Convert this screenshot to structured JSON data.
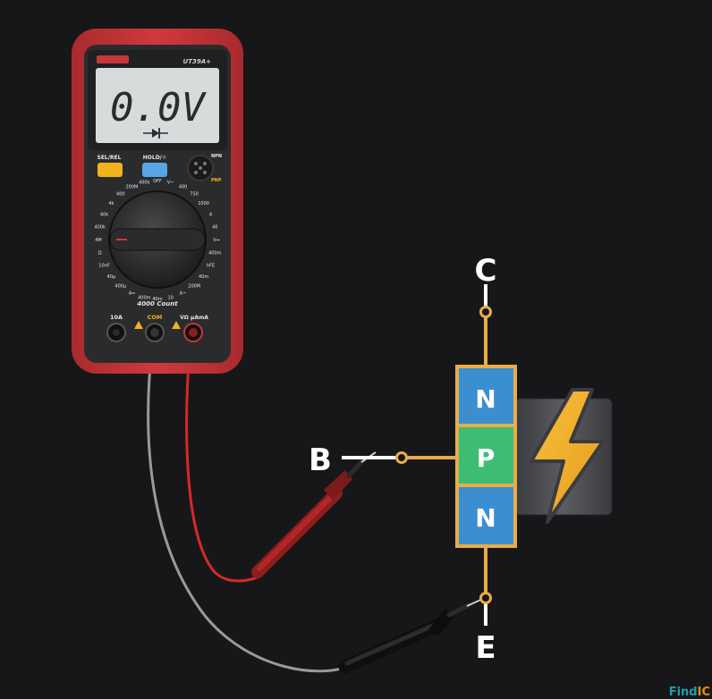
{
  "multimeter": {
    "model": "UT39A+",
    "display_value": "0.0V",
    "sel_rel_label": "SEL/REL",
    "hold_label": "HOLD/☼",
    "npn_label": "NPN",
    "pnp_label": "PNP",
    "count_label": "4000 Count",
    "port_10a": "10A",
    "port_com": "COM",
    "port_vohm": "VΩ µAmA",
    "dial_labels": [
      "OFF",
      "V~",
      "400",
      "750",
      "1000",
      "4",
      "40",
      "V⎓",
      "400m",
      "hFE",
      "40m",
      "200M",
      "A~",
      "10",
      "40m",
      "400m",
      "A⎓",
      "400µ",
      "40µ",
      "10nF",
      "Ω",
      "4M",
      "400k",
      "40k",
      "4k",
      "400",
      "200M",
      "400k"
    ]
  },
  "transistor": {
    "collector_label": "C",
    "base_label": "B",
    "emitter_label": "E",
    "top_region": "N",
    "middle_region": "P",
    "bottom_region": "N"
  },
  "colors": {
    "background": "#171719",
    "meter_body": "#c5373b",
    "lcd": "#d6dcdc",
    "n_region": "#3b8fd0",
    "p_region": "#3dbd73",
    "wire": "#e9ac49",
    "red_lead": "#d42a2a",
    "black_lead": "#1a1a1a"
  },
  "watermark": {
    "part1": "Find",
    "part2": "IC"
  }
}
